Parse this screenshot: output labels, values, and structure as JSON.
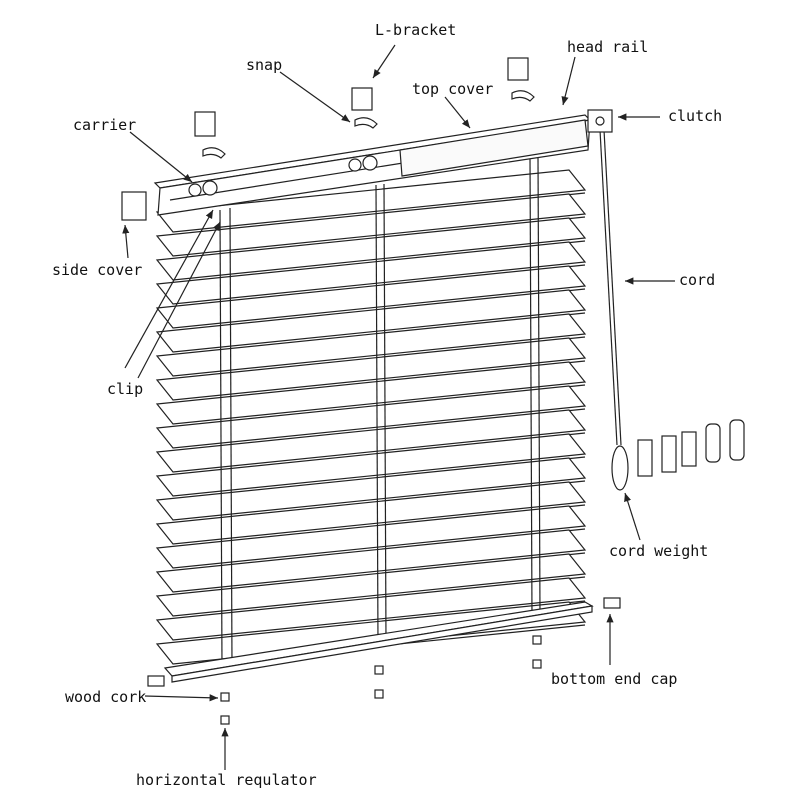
{
  "title": "Wood blind parts diagram",
  "labels": {
    "l_bracket": "L-bracket",
    "snap": "snap",
    "head_rail": "head rail",
    "top_cover": "top cover",
    "clutch": "clutch",
    "carrier": "carrier",
    "side_cover": "side cover",
    "cord": "cord",
    "clip": "clip",
    "cord_weight": "cord weight",
    "wood_cork": "wood cork",
    "bottom_end_cap": "bottom end cap",
    "horizontal_regulator": "horizontal requlator"
  },
  "colors": {
    "line": "#222222",
    "background": "#ffffff"
  }
}
